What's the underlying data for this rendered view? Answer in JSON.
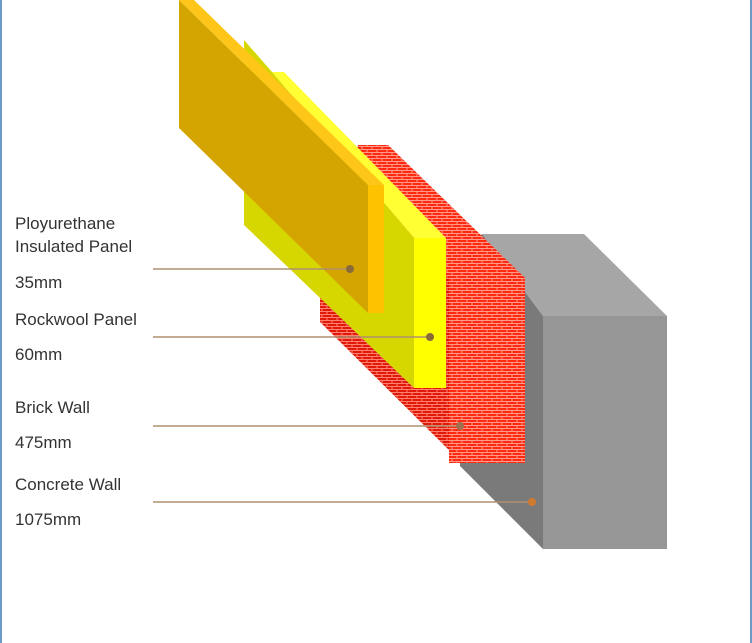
{
  "layers": [
    {
      "name": "Ployurethane Insulated Panel",
      "name_line1": "Ployurethane",
      "name_line2": "Insulated Panel",
      "thickness": "35mm",
      "color": "#d4a500"
    },
    {
      "name": "Rockwool Panel",
      "thickness": "60mm",
      "color": "#ffff00"
    },
    {
      "name": "Brick Wall",
      "thickness": "475mm",
      "color": "#ff2a10"
    },
    {
      "name": "Concrete Wall",
      "thickness": "1075mm",
      "color": "#969696"
    }
  ],
  "leader_color": "#b09070"
}
